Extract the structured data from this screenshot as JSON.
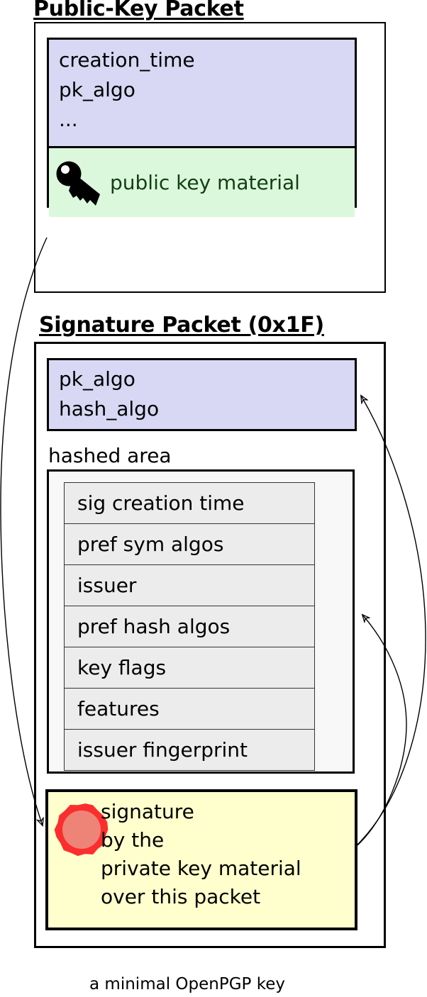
{
  "public_key_packet": {
    "title": "Public-Key Packet",
    "header_fields": [
      "creation_time",
      "pk_algo",
      "..."
    ],
    "key_material_label": "public key material",
    "key_icon": "key-icon"
  },
  "signature_packet": {
    "title": "Signature Packet (0x1F)",
    "header_fields": [
      "pk_algo",
      "hash_algo"
    ],
    "hashed_area": {
      "label": "hashed area",
      "rows": [
        "sig creation time",
        "pref sym algos",
        "issuer",
        "pref hash algos",
        "key flags",
        "features",
        "issuer fingerprint"
      ]
    },
    "signature_box": {
      "seal_icon": "seal-icon",
      "lines": [
        "signature",
        "by the",
        "private key material",
        "over this packet"
      ]
    }
  },
  "caption": "a minimal OpenPGP key",
  "colors": {
    "header_fill": "#d8d8f5",
    "key_material_fill": "#dcf8dc",
    "key_material_text": "#123f12",
    "hashed_area_fill": "#f8f8f8",
    "hashed_row_fill": "#ececec",
    "signature_fill": "#ffffcd",
    "seal_ring": "#fb2e2e",
    "seal_center": "#ee8478",
    "outline": "#000000"
  }
}
